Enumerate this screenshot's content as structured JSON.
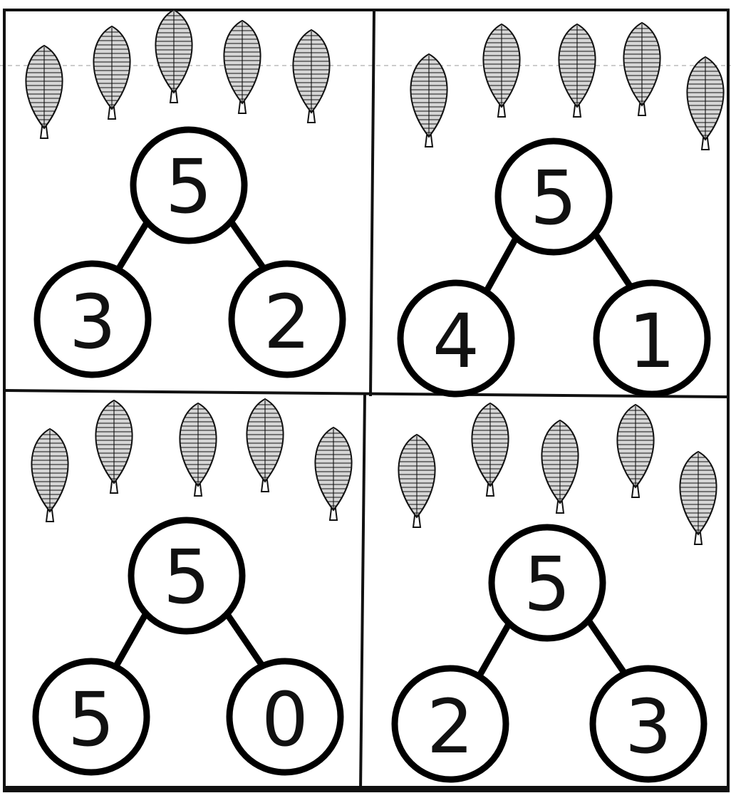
{
  "worksheet": {
    "panels": [
      {
        "leaf_count": 5,
        "whole": "5",
        "part_left": "3",
        "part_right": "2"
      },
      {
        "leaf_count": 5,
        "whole": "5",
        "part_left": "4",
        "part_right": "1"
      },
      {
        "leaf_count": 5,
        "whole": "5",
        "part_left": "5",
        "part_right": "0"
      },
      {
        "leaf_count": 5,
        "whole": "5",
        "part_left": "2",
        "part_right": "3"
      }
    ]
  }
}
